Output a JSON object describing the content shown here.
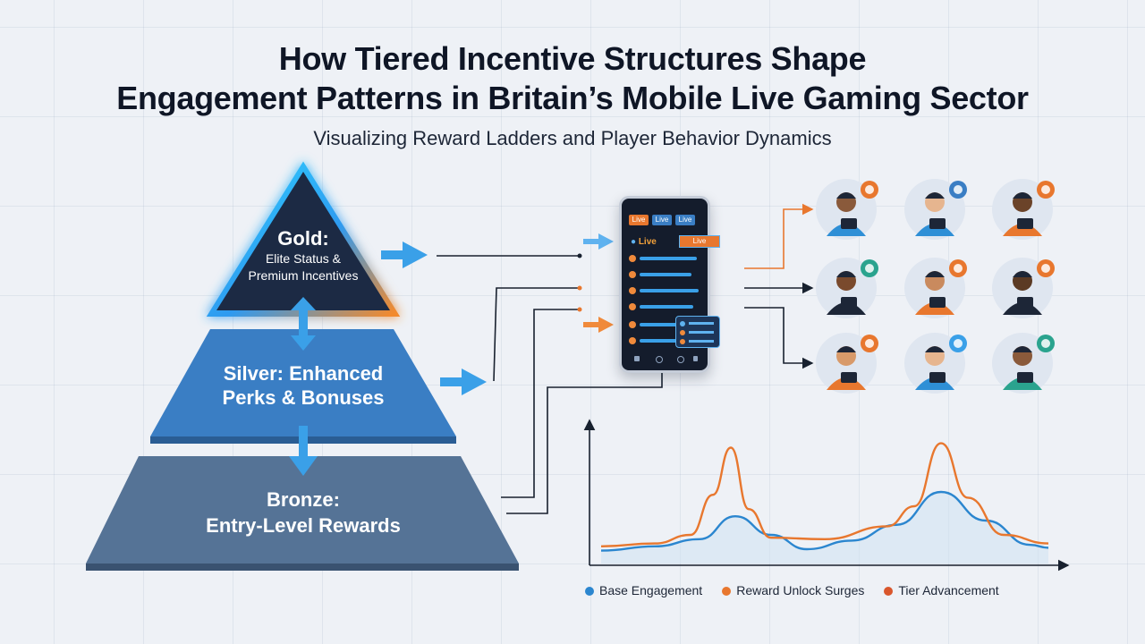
{
  "header": {
    "title_line1": "How Tiered Incentive Structures Shape",
    "title_line2": "Engagement Patterns in Britain’s Mobile Live Gaming Sector",
    "subtitle": "Visualizing Reward Ladders and Player Behavior Dynamics"
  },
  "pyramid": {
    "gold": {
      "title": "Gold:",
      "line1": "Elite Status &",
      "line2": "Premium Incentives",
      "color": "#1c2a44",
      "glow": "#27b7f2"
    },
    "silver": {
      "line1": "Silver: Enhanced",
      "line2": "Perks & Bonuses",
      "color": "#3a7ec4"
    },
    "bronze": {
      "line1": "Bronze:",
      "line2": "Entry-Level Rewards",
      "color": "#557396"
    }
  },
  "phone": {
    "tabs": [
      "Live",
      "Live",
      "Live"
    ],
    "live_label": "Live",
    "badge_label": "Live"
  },
  "players": [
    {
      "icon": "player-tablet-icon",
      "badge": "chart-badge-icon"
    },
    {
      "icon": "player-tablet-icon",
      "badge": "star-badge-icon"
    },
    {
      "icon": "player-cheering-icon",
      "badge": "gear-badge-icon"
    },
    {
      "icon": "player-gesture-icon",
      "badge": "star-badge-icon"
    },
    {
      "icon": "player-headset-icon",
      "badge": "star-badge-icon"
    },
    {
      "icon": "player-cheering-icon",
      "badge": "chest-badge-icon"
    },
    {
      "icon": "player-laptop-icon",
      "badge": "star-badge-icon"
    },
    {
      "icon": "player-tablet-icon",
      "badge": "infinity-badge-icon"
    },
    {
      "icon": "player-laptop-icon",
      "badge": "coin-badge-icon"
    }
  ],
  "chart_data": {
    "type": "line",
    "title": "",
    "xlabel": "",
    "ylabel": "",
    "series": [
      {
        "name": "Base Engagement",
        "color": "#2b86cf",
        "points": [
          [
            0,
            0.09
          ],
          [
            0.12,
            0.12
          ],
          [
            0.22,
            0.17
          ],
          [
            0.3,
            0.33
          ],
          [
            0.38,
            0.2
          ],
          [
            0.46,
            0.1
          ],
          [
            0.56,
            0.16
          ],
          [
            0.66,
            0.27
          ],
          [
            0.76,
            0.5
          ],
          [
            0.86,
            0.3
          ],
          [
            0.96,
            0.13
          ],
          [
            1.0,
            0.11
          ]
        ]
      },
      {
        "name": "Reward Unlock Surges",
        "color": "#e8772e",
        "points": [
          [
            0,
            0.12
          ],
          [
            0.12,
            0.14
          ],
          [
            0.2,
            0.2
          ],
          [
            0.25,
            0.48
          ],
          [
            0.29,
            0.81
          ],
          [
            0.33,
            0.38
          ],
          [
            0.38,
            0.18
          ],
          [
            0.5,
            0.17
          ],
          [
            0.64,
            0.26
          ],
          [
            0.7,
            0.4
          ],
          [
            0.76,
            0.84
          ],
          [
            0.82,
            0.46
          ],
          [
            0.9,
            0.2
          ],
          [
            1.0,
            0.14
          ]
        ]
      }
    ],
    "legend": [
      {
        "label": "Base Engagement",
        "color": "#2b86cf"
      },
      {
        "label": "Reward Unlock Surges",
        "color": "#e8772e"
      },
      {
        "label": "Tier Advancement",
        "color": "#d9562c"
      }
    ],
    "grid": true
  }
}
